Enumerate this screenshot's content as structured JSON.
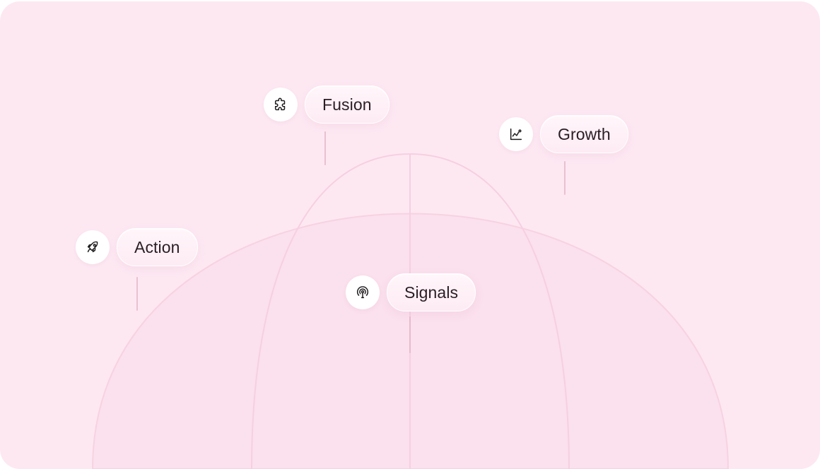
{
  "nodes": {
    "fusion": {
      "label": "Fusion",
      "icon": "puzzle-icon"
    },
    "growth": {
      "label": "Growth",
      "icon": "line-chart-icon"
    },
    "action": {
      "label": "Action",
      "icon": "rocket-icon"
    },
    "signals": {
      "label": "Signals",
      "icon": "broadcast-icon"
    }
  },
  "colors": {
    "background": "#fde8f2",
    "globe_fill": "#fbe0ed",
    "globe_stroke": "#f7d2e1",
    "connector": "#e6b9cb",
    "text": "#2a1d24",
    "icon": "#1e1a1d"
  }
}
